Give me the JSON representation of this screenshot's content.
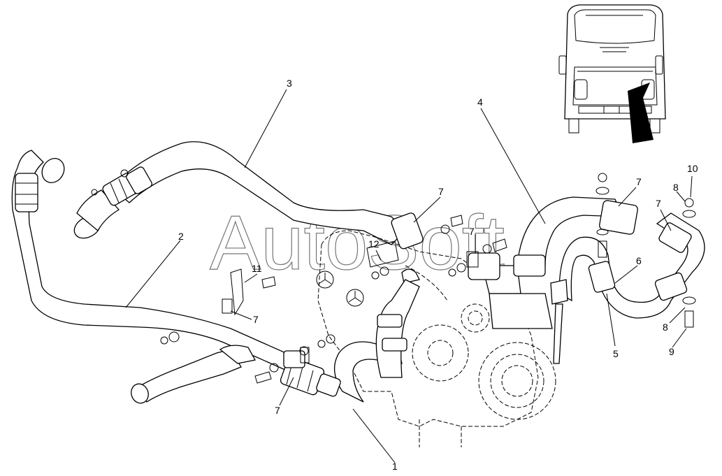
{
  "callouts": [
    {
      "id": "1",
      "text": "1"
    },
    {
      "id": "2",
      "text": "2"
    },
    {
      "id": "3",
      "text": "3"
    },
    {
      "id": "4",
      "text": "4"
    },
    {
      "id": "5",
      "text": "5"
    },
    {
      "id": "6",
      "text": "6"
    },
    {
      "id": "7a",
      "text": "7"
    },
    {
      "id": "7b",
      "text": "7"
    },
    {
      "id": "7c",
      "text": "7"
    },
    {
      "id": "7d",
      "text": "7"
    },
    {
      "id": "7e",
      "text": "7"
    },
    {
      "id": "7f",
      "text": "7"
    },
    {
      "id": "8a",
      "text": "8"
    },
    {
      "id": "8b",
      "text": "8"
    },
    {
      "id": "9",
      "text": "9"
    },
    {
      "id": "10",
      "text": "10"
    },
    {
      "id": "11",
      "text": "11"
    },
    {
      "id": "12",
      "text": "12"
    }
  ],
  "watermark": "AutoSoft",
  "colors": {
    "line": "#000000",
    "background": "#ffffff",
    "watermark": "#777777"
  }
}
